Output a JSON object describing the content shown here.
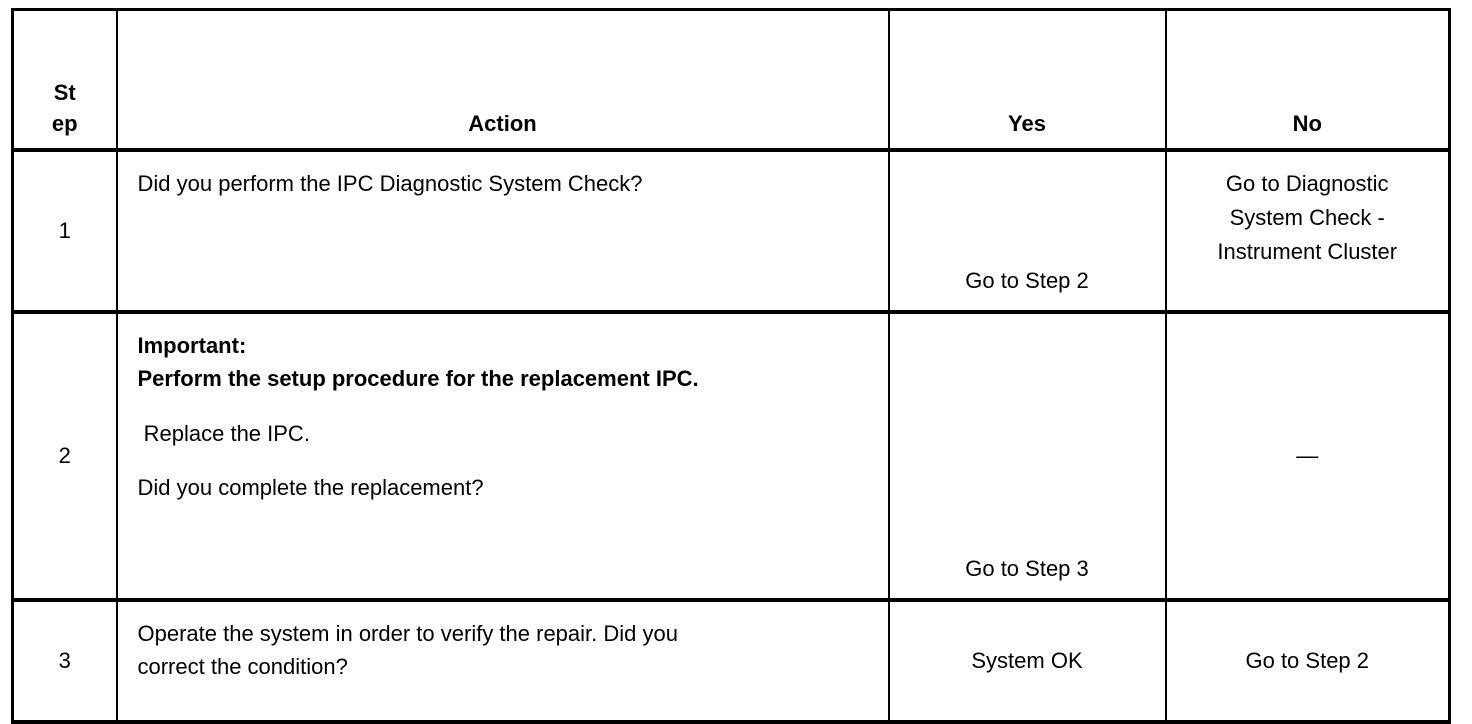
{
  "table": {
    "columns": [
      {
        "key": "step",
        "label": "Step",
        "label_line1": "St",
        "label_line2": "ep"
      },
      {
        "key": "action",
        "label": "Action"
      },
      {
        "key": "yes",
        "label": "Yes"
      },
      {
        "key": "no",
        "label": "No"
      }
    ],
    "rows": [
      {
        "step": "1",
        "action_lines": [
          {
            "text": "Did you perform the IPC Diagnostic System Check?",
            "bold": false
          }
        ],
        "yes_lines": [
          "Go to Step 2"
        ],
        "no_lines": [
          "Go to Diagnostic",
          "System Check -",
          "Instrument Cluster"
        ]
      },
      {
        "step": "2",
        "action_lines": [
          {
            "text": "Important:",
            "bold": true
          },
          {
            "text": "Perform the setup procedure for the replacement IPC.",
            "bold": true
          },
          {
            "text": "",
            "bold": false,
            "spacer": true
          },
          {
            "text": " Replace the IPC.",
            "bold": false
          },
          {
            "text": "",
            "bold": false,
            "spacer": true
          },
          {
            "text": "Did you complete the replacement?",
            "bold": false
          }
        ],
        "yes_lines": [
          "Go to Step 3"
        ],
        "no_lines": [
          "—"
        ]
      },
      {
        "step": "3",
        "action_lines": [
          {
            "text": "Operate the system in order to verify the repair. Did you",
            "bold": false
          },
          {
            "text": "correct the condition?",
            "bold": false
          }
        ],
        "yes_lines": [
          "System OK"
        ],
        "no_lines": [
          "Go to Step 2"
        ]
      }
    ]
  },
  "colors": {
    "border": "#000000",
    "background": "#ffffff",
    "text": "#000000"
  }
}
